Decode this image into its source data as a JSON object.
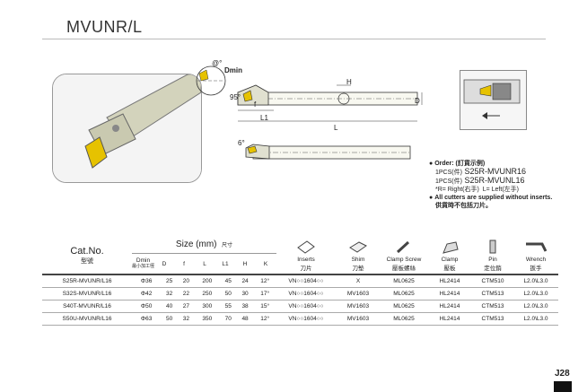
{
  "title": "MVUNR/L",
  "labels": {
    "angle": "@°",
    "dmin": "Dmin",
    "h": "H",
    "f": "f",
    "l1": "L1",
    "l": "L",
    "d": "D",
    "angle2": "6°",
    "ninety_five": "95°"
  },
  "order": {
    "line1": "Order: (訂貨示例)",
    "line2_pre": "1PCS(件)",
    "line2": "S25R-MVUNR16",
    "line3_pre": "1PCS(件)",
    "line3": "S25R-MVUNL16",
    "line4_a": "*R= Right(右手)",
    "line4_b": "L= Left(左手)",
    "line5": "All cutters are supplied without inserts.",
    "line6": "供貨時不包括刀片。"
  },
  "table": {
    "catno": "Cat.No.",
    "catno_cn": "型號",
    "size": "Size (mm)",
    "size_cn": "尺寸",
    "cols": [
      {
        "l1": "Dmin",
        "l2": "最小加工徑"
      },
      {
        "l1": "D",
        "l2": ""
      },
      {
        "l1": "f",
        "l2": ""
      },
      {
        "l1": "L",
        "l2": ""
      },
      {
        "l1": "L1",
        "l2": ""
      },
      {
        "l1": "H",
        "l2": ""
      },
      {
        "l1": "K",
        "l2": ""
      }
    ],
    "acc": [
      {
        "l1": "Inserts",
        "l2": "刀片"
      },
      {
        "l1": "Shim",
        "l2": "刀墊"
      },
      {
        "l1": "Clamp Screw",
        "l2": "壓板螺絲"
      },
      {
        "l1": "Clamp",
        "l2": "壓板"
      },
      {
        "l1": "Pin",
        "l2": "定位銷"
      },
      {
        "l1": "Wrench",
        "l2": "扳手"
      }
    ],
    "rows": [
      [
        "S25R-MVUNR/L16",
        "Φ36",
        "25",
        "20",
        "200",
        "45",
        "24",
        "12°",
        "VN○○1604○○",
        "X",
        "ML0625",
        "HL2414",
        "CTM510",
        "L2.0\\L3.0"
      ],
      [
        "S32S-MVUNR/L16",
        "Φ42",
        "32",
        "22",
        "250",
        "50",
        "30",
        "17°",
        "VN○○1604○○",
        "MV1603",
        "ML0625",
        "HL2414",
        "CTM513",
        "L2.0\\L3.0"
      ],
      [
        "S40T-MVUNR/L16",
        "Φ50",
        "40",
        "27",
        "300",
        "55",
        "38",
        "15°",
        "VN○○1604○○",
        "MV1603",
        "ML0625",
        "HL2414",
        "CTM513",
        "L2.0\\L3.0"
      ],
      [
        "S50U-MVUNR/L16",
        "Φ63",
        "50",
        "32",
        "350",
        "70",
        "48",
        "12°",
        "VN○○1604○○",
        "MV1603",
        "ML0625",
        "HL2414",
        "CTM513",
        "L2.0\\L3.0"
      ]
    ]
  },
  "page_number": "J28",
  "colors": {
    "insert": "#e6c200",
    "body": "#d8d8c0"
  },
  "icons": [
    "insert-icon",
    "shim-icon",
    "clamp-screw-icon",
    "clamp-icon",
    "pin-icon",
    "wrench-icon"
  ]
}
